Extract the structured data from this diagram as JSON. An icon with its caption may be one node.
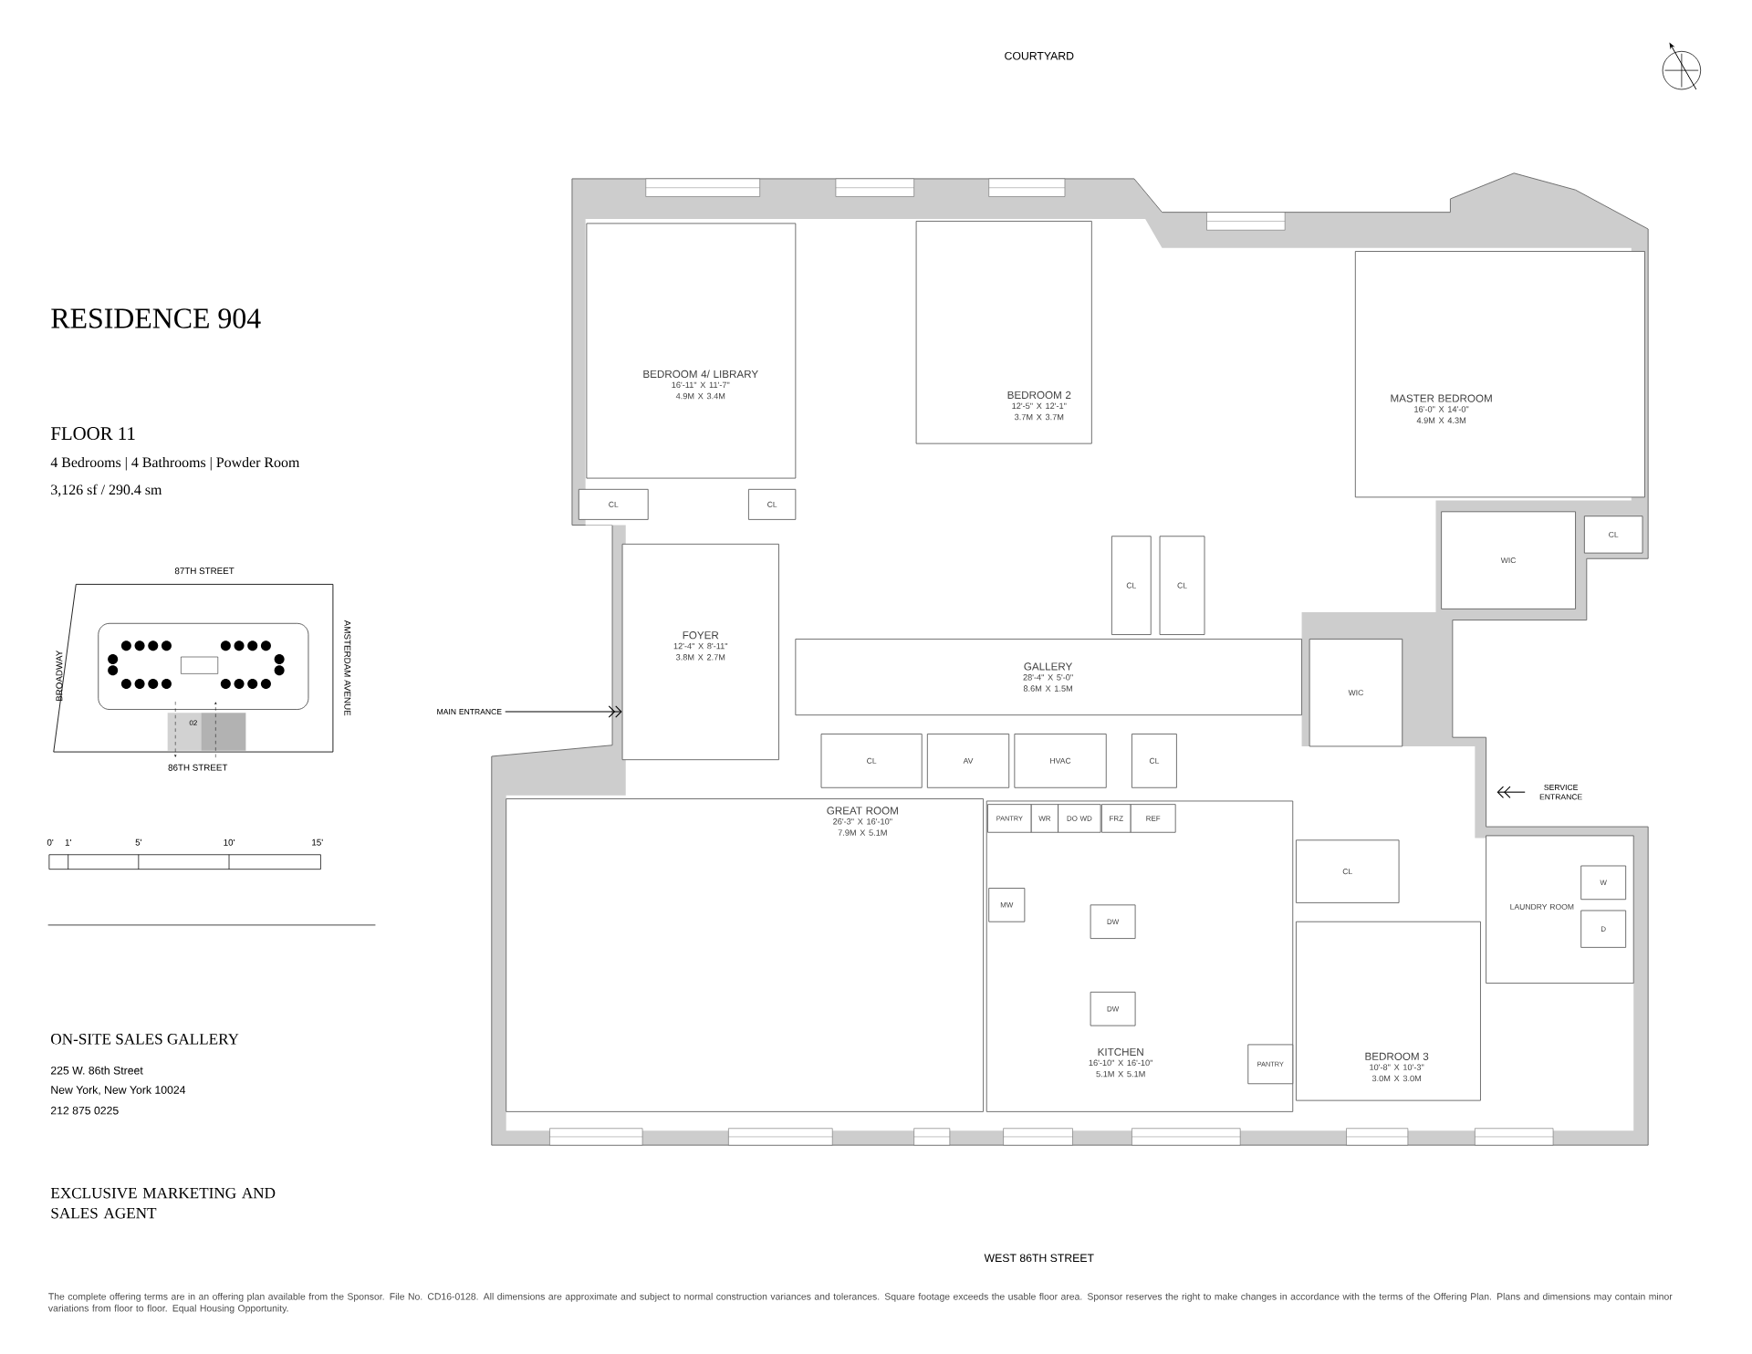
{
  "diagram": {
    "title": "RESIDENCE 904",
    "caption": "The complete offering terms are in an offering plan available from the Sponsor. File No. CD16-0128. All dimensions are approximate and subject to normal construction variances and tolerances. Square footage exceeds the usable floor area. Sponsor reserves the right to make changes in accordance with the terms of the Offering Plan. Plans and dimensions may contain minor variations from floor to floor. Equal Housing Opportunity.",
    "nodes": [
      {
        "text": [
          "BEDROOM 4/ LIBRARY",
          "16'-11\" X 11'-7\"",
          "4.9M X 3.4M"
        ]
      },
      {
        "text": [
          "BEDROOM 2",
          "12'-5\" X 12'-1\"",
          "3.7M X 3.7M"
        ]
      },
      {
        "text": [
          "MASTER BEDROOM",
          "16'-0\" X 14'-0\"",
          "4.9M X 4.3M"
        ]
      },
      {
        "text": [
          "CL"
        ]
      },
      {
        "text": [
          "CL"
        ]
      },
      {
        "text": [
          "WIC"
        ]
      },
      {
        "text": [
          "CL"
        ]
      },
      {
        "text": [
          "CL"
        ]
      },
      {
        "text": [
          "CL"
        ]
      },
      {
        "text": [
          "FOYER",
          "12'-4\" X 8'-11\"",
          "3.8M X 2.7M"
        ]
      },
      {
        "text": [
          "GALLERY",
          "28'-4\" X 5'-0\"",
          "8.6M X 1.5M"
        ]
      },
      {
        "text": [
          "WIC"
        ]
      },
      {
        "text": [
          "MAIN ENTRANCE"
        ]
      },
      {
        "text": [
          "CL"
        ]
      },
      {
        "text": [
          "AV"
        ]
      },
      {
        "text": [
          "HVAC"
        ]
      },
      {
        "text": [
          "CL"
        ]
      },
      {
        "text": [
          "SERVICE ENTRANCE"
        ]
      },
      {
        "text": [
          "GREAT ROOM",
          "26'-3\" X 16'-10\"",
          "7.9M X 5.1M"
        ]
      },
      {
        "text": [
          "KITCHEN",
          "16'-10\" X 16'-10\"",
          "5.1M X 5.1M"
        ]
      },
      {
        "text": [
          "PANTRY"
        ],
        "in": 19
      },
      {
        "text": [
          "WR"
        ],
        "in": 19
      },
      {
        "text": [
          "DO WD"
        ],
        "in": 19
      },
      {
        "text": [
          "FRZ"
        ],
        "in": 19
      },
      {
        "text": [
          "REF"
        ],
        "in": 19
      },
      {
        "text": [
          "CL"
        ]
      },
      {
        "text": [
          "LAUNDRY ROOM"
        ]
      },
      {
        "text": [
          "W"
        ],
        "in": 26
      },
      {
        "text": [
          "D"
        ],
        "in": 26
      },
      {
        "text": [
          "MW"
        ],
        "in": 19
      },
      {
        "text": [
          "DW"
        ],
        "in": 19
      },
      {
        "text": [
          "DW"
        ],
        "in": 19
      },
      {
        "text": [
          "BEDROOM 3",
          "10'-8\" X 10'-3\"",
          "3.0M X 3.0M"
        ]
      },
      {
        "text": [
          "PANTRY"
        ],
        "in": 19
      }
    ],
    "edges": [
      {
        "from": 12,
        "to": 9,
        "arrow": "to"
      },
      {
        "from": 17,
        "to": null,
        "arrow": "to"
      }
    ],
    "labels": [
      "COURTYARD",
      "FLOOR 11",
      "4 Bedrooms | 4 Bathrooms | Powder Room",
      "3,126 sf / 290.4 sm",
      "87TH STREET",
      "BROADWAY",
      "AMSTERDAM AVENUE",
      "02",
      "86TH STREET",
      "0'",
      "1'",
      "5'",
      "10'",
      "15'",
      "ON-SITE SALES GALLERY",
      "225 W. 86th Street",
      "New York, New York 10024",
      "212 875 0225",
      "EXCLUSIVE MARKETING AND SALES AGENT",
      "WEST 86TH STREET"
    ]
  }
}
